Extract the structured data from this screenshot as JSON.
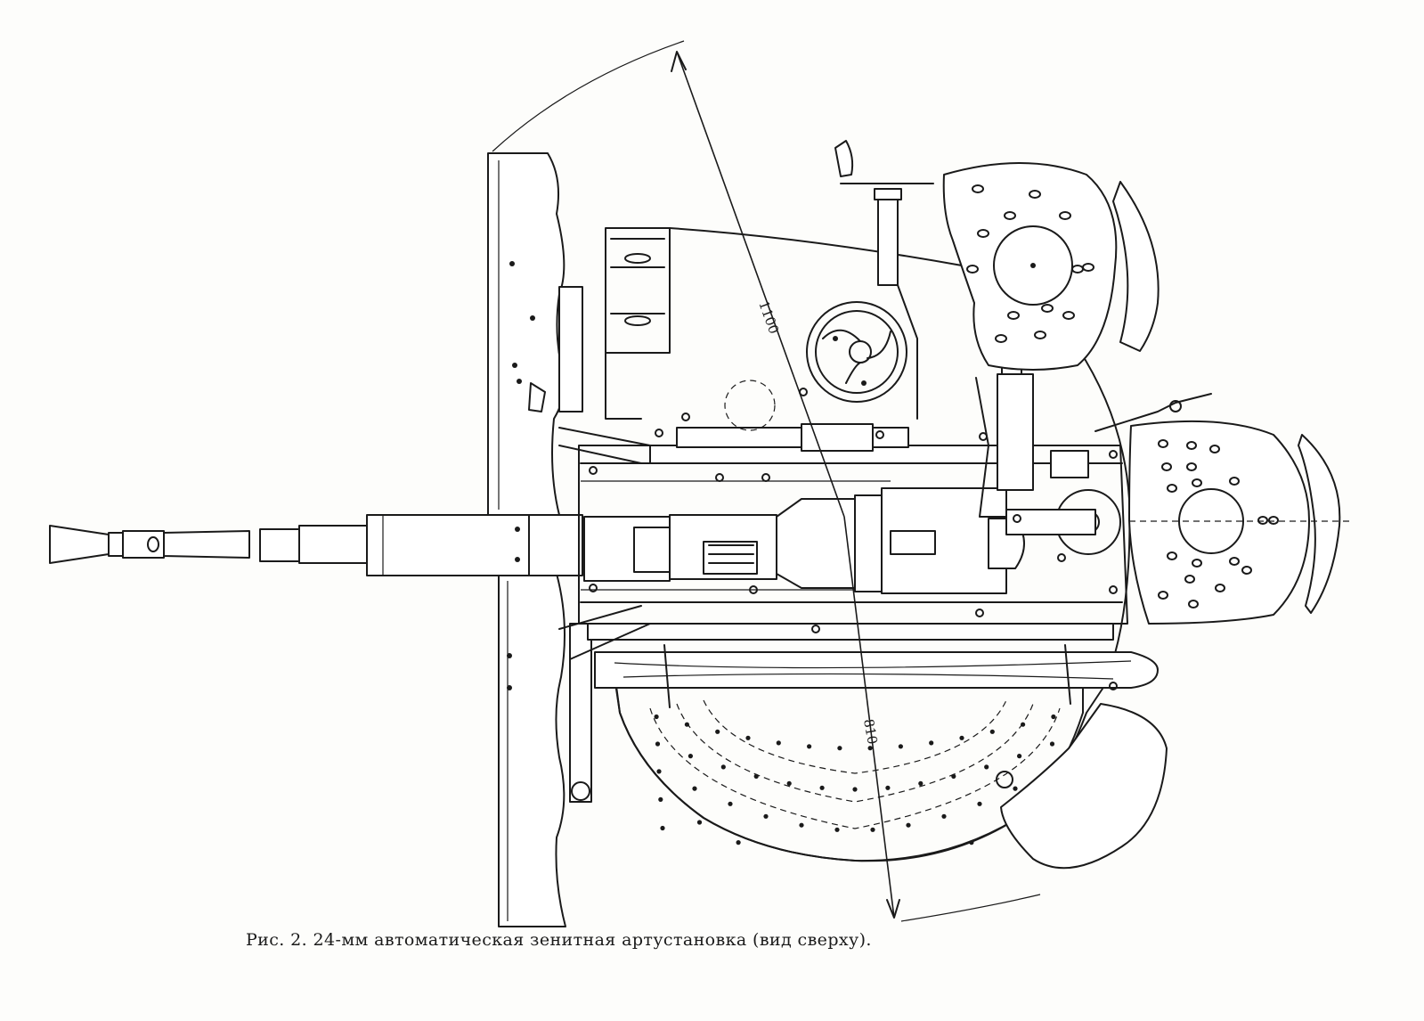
{
  "figure": {
    "caption": "Рис. 2. 24-мм автоматическая зенитная артустановка (вид сверху).",
    "dimensions": [
      "1100",
      "810"
    ]
  },
  "colors": {
    "ink": "#1a1a1a",
    "paper": "#fdfdfb"
  }
}
